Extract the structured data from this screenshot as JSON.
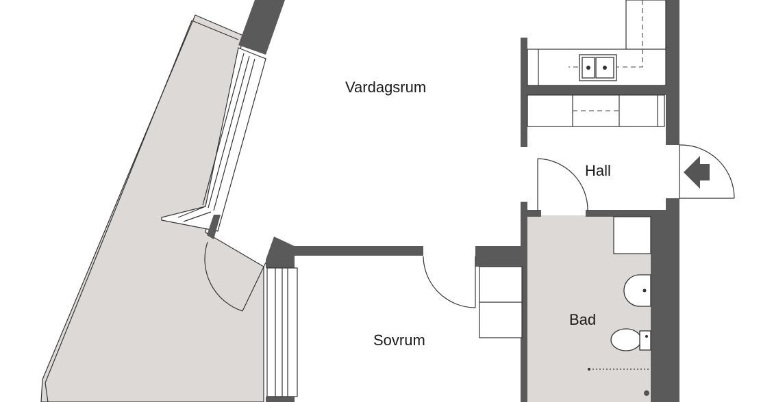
{
  "rooms": {
    "vardagsrum": "Vardagsrum",
    "hall": "Hall",
    "sovrum": "Sovrum",
    "bad": "Bad"
  },
  "colors": {
    "wall": "#5a5a5a",
    "balcony_floor": "#ddd9d6",
    "bath_floor": "#ddd9d6",
    "background": "#ffffff"
  },
  "icons": [
    "entrance-arrow-icon",
    "sink-icon",
    "toilet-icon",
    "washbasin-icon",
    "shower-icon"
  ]
}
